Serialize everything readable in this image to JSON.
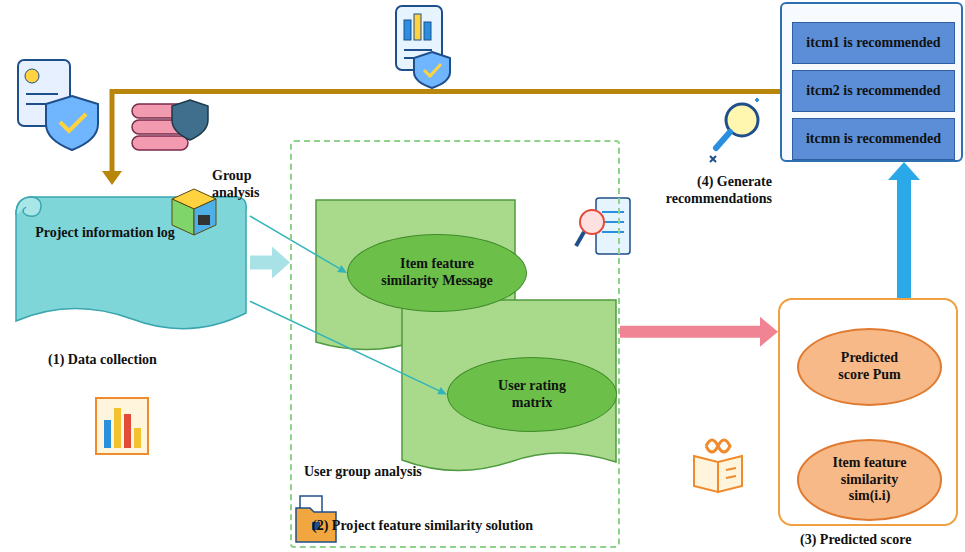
{
  "diagram": {
    "nodes": [
      {
        "text": [
          "Project information log"
        ]
      },
      {
        "text": [
          "User group analysis",
          "(2) Project feature similarity solution"
        ]
      },
      {
        "text": [
          "Item feature similarity Message"
        ],
        "in": 1
      },
      {
        "text": [
          "User rating matrix"
        ],
        "in": 1
      },
      {
        "text": [
          "(3) Predicted score"
        ]
      },
      {
        "text": [
          "Predicted score Pum"
        ],
        "in": 4
      },
      {
        "text": [
          "Item feature similarity sim(i.i)"
        ],
        "in": 4
      },
      {
        "text": [
          "(4) Generate recommendations"
        ]
      },
      {
        "text": [
          "itcm1 is recommended"
        ],
        "in": 7
      },
      {
        "text": [
          "itcm2 is recommended"
        ],
        "in": 7
      },
      {
        "text": [
          "itcmn is recommended"
        ],
        "in": 7
      }
    ],
    "edges": [
      {
        "from": 0,
        "to": 1,
        "arrow": "to"
      },
      {
        "from": 0,
        "to": 2,
        "arrow": "to"
      },
      {
        "from": 0,
        "to": 3,
        "arrow": "to"
      },
      {
        "from": 1,
        "to": 4,
        "arrow": "to"
      },
      {
        "from": 6,
        "to": 5,
        "arrow": "to"
      },
      {
        "from": 4,
        "to": 7,
        "arrow": "to"
      },
      {
        "from": 7,
        "to": 0,
        "arrow": "to"
      }
    ],
    "labels": [
      "Group analysis",
      "(1) Data collection"
    ]
  }
}
